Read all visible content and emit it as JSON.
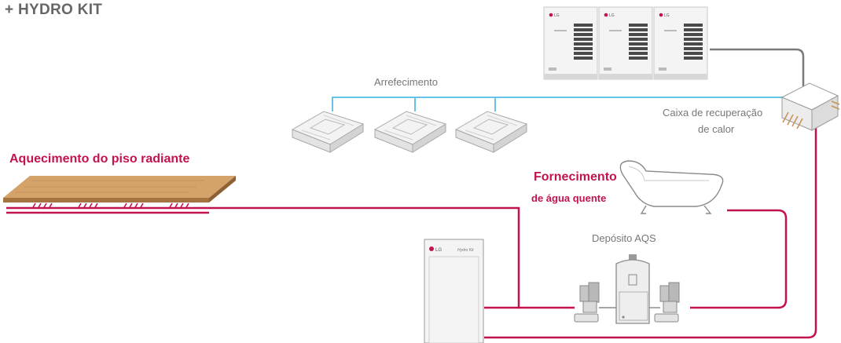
{
  "title": "+ HYDRO KIT",
  "labels": {
    "cooling": "Arrefecimento",
    "heat_recovery_box_line1": "Caixa de recuperação",
    "heat_recovery_box_line2": "de calor",
    "floor_heating": "Aquecimento do piso radiante",
    "hot_water_line1": "Fornecimento",
    "hot_water_line2": "de água quente",
    "dhw_tank": "Depósito AQS"
  },
  "units": {
    "brand": "LG",
    "hydro_kit_model": "Hydro Kit"
  },
  "colors": {
    "hot_pipe": "#c3134f",
    "cold_pipe": "#66c3e8",
    "gray_pipe": "#7a7a7a",
    "accent_text": "#c3134f",
    "label_text": "#777777",
    "title_text": "#666666",
    "wood": "#c8945a"
  },
  "icons": [
    "outdoor-unit-icon",
    "cassette-unit-icon",
    "heat-recovery-box-icon",
    "bathtub-icon",
    "hydro-kit-unit-icon",
    "water-tank-icon",
    "pump-icon",
    "floor-panel-icon"
  ]
}
